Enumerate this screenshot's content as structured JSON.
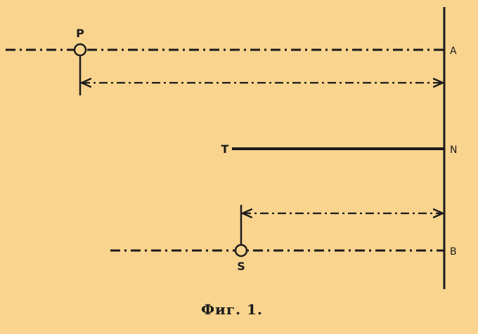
{
  "diagram": {
    "point_labels": {
      "p": "P",
      "t": "T",
      "s": "S"
    },
    "line_labels": {
      "a": "A",
      "n": "N",
      "b": "B"
    },
    "caption": "Фиг. 1."
  }
}
